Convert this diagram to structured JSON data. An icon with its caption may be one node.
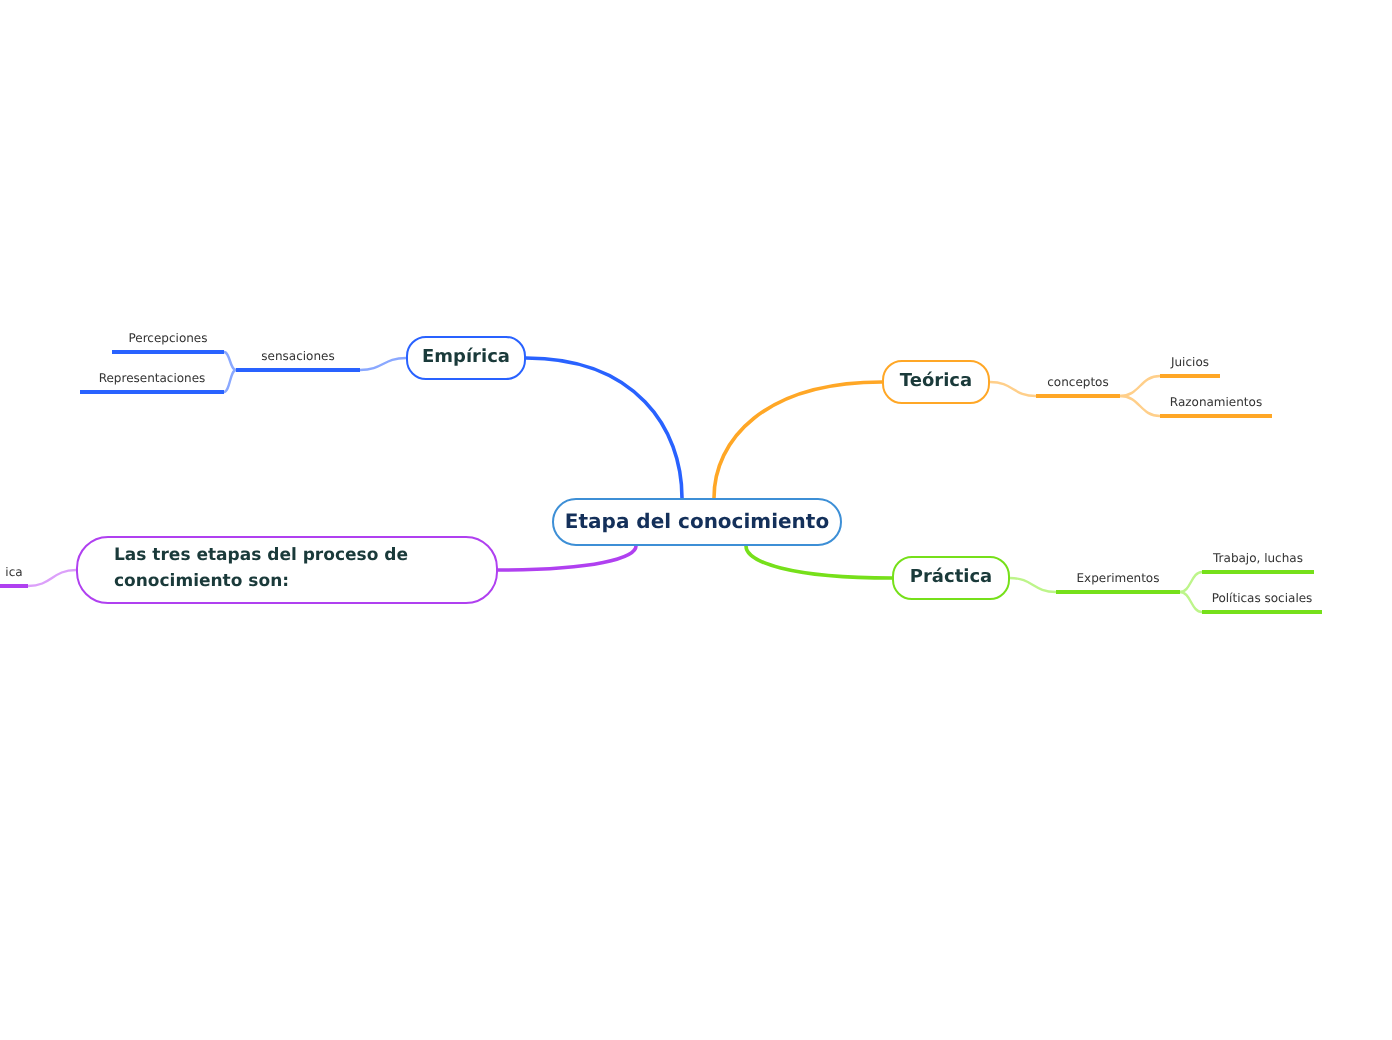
{
  "diagram": {
    "nodes": [
      {
        "text": [
          "Etapa del conocimiento"
        ]
      },
      {
        "text": [
          "Empírica"
        ]
      },
      {
        "text": [
          "sensaciones"
        ]
      },
      {
        "text": [
          "Percepciones"
        ]
      },
      {
        "text": [
          "Representaciones"
        ]
      },
      {
        "text": [
          "Teórica"
        ]
      },
      {
        "text": [
          "conceptos"
        ]
      },
      {
        "text": [
          "Juicios"
        ]
      },
      {
        "text": [
          "Razonamientos"
        ]
      },
      {
        "text": [
          "Práctica"
        ]
      },
      {
        "text": [
          "Experimentos"
        ]
      },
      {
        "text": [
          "Trabajo, luchas"
        ]
      },
      {
        "text": [
          "Políticas sociales"
        ]
      },
      {
        "text": [
          "Las tres etapas del proceso de conocimiento son:"
        ]
      },
      {
        "text": [
          "ica"
        ]
      }
    ],
    "edges": [
      {
        "from": 0,
        "to": 1,
        "arrow": "none",
        "color": "#2962ff"
      },
      {
        "from": 1,
        "to": 2,
        "arrow": "none",
        "color": "#8aa8ff"
      },
      {
        "from": 2,
        "to": 3,
        "arrow": "none",
        "color": "#8aa8ff"
      },
      {
        "from": 2,
        "to": 4,
        "arrow": "none",
        "color": "#8aa8ff"
      },
      {
        "from": 0,
        "to": 5,
        "arrow": "none",
        "color": "#ffa726"
      },
      {
        "from": 5,
        "to": 6,
        "arrow": "none",
        "color": "#ffcf8a"
      },
      {
        "from": 6,
        "to": 7,
        "arrow": "none",
        "color": "#ffcf8a"
      },
      {
        "from": 6,
        "to": 8,
        "arrow": "none",
        "color": "#ffcf8a"
      },
      {
        "from": 0,
        "to": 9,
        "arrow": "none",
        "color": "#76e01a"
      },
      {
        "from": 9,
        "to": 10,
        "arrow": "none",
        "color": "#bdf58a"
      },
      {
        "from": 10,
        "to": 11,
        "arrow": "none",
        "color": "#bdf58a"
      },
      {
        "from": 10,
        "to": 12,
        "arrow": "none",
        "color": "#bdf58a"
      },
      {
        "from": 0,
        "to": 13,
        "arrow": "none",
        "color": "#b040f0"
      },
      {
        "from": 13,
        "to": 14,
        "arrow": "none",
        "color": "#dca0fa"
      }
    ]
  }
}
